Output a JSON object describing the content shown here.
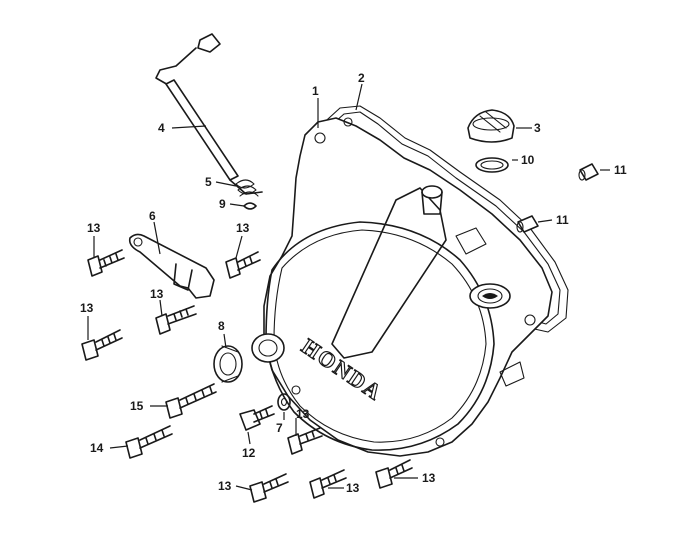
{
  "diagram": {
    "brand_text": "HONDA",
    "callouts": [
      {
        "id": "c1",
        "label": "1"
      },
      {
        "id": "c2",
        "label": "2"
      },
      {
        "id": "c3",
        "label": "3"
      },
      {
        "id": "c4",
        "label": "4"
      },
      {
        "id": "c5",
        "label": "5"
      },
      {
        "id": "c6",
        "label": "6"
      },
      {
        "id": "c7",
        "label": "7"
      },
      {
        "id": "c8",
        "label": "8"
      },
      {
        "id": "c9",
        "label": "9"
      },
      {
        "id": "c10",
        "label": "10"
      },
      {
        "id": "c11a",
        "label": "11"
      },
      {
        "id": "c11b",
        "label": "11"
      },
      {
        "id": "c12",
        "label": "12"
      },
      {
        "id": "c13a",
        "label": "13"
      },
      {
        "id": "c13b",
        "label": "13"
      },
      {
        "id": "c13c",
        "label": "13"
      },
      {
        "id": "c13d",
        "label": "13"
      },
      {
        "id": "c13e",
        "label": "13"
      },
      {
        "id": "c13f",
        "label": "13"
      },
      {
        "id": "c13g",
        "label": "13"
      },
      {
        "id": "c13h",
        "label": "13"
      },
      {
        "id": "c13i",
        "label": "13"
      },
      {
        "id": "c14",
        "label": "14"
      },
      {
        "id": "c15",
        "label": "15"
      }
    ]
  }
}
